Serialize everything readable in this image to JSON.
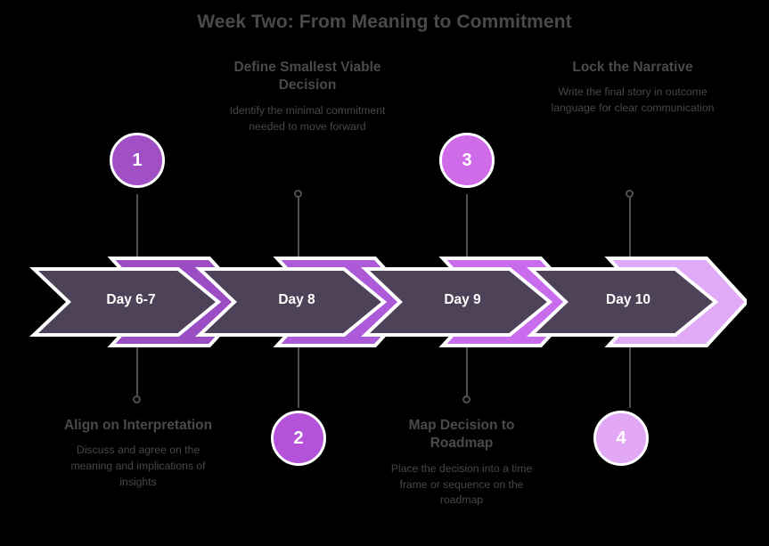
{
  "meta": {
    "title": "Week Two: From Meaning to Commitment",
    "background_color": "#000000",
    "title_color": "#4a4a4a",
    "body_text_color": "#474747",
    "connector_color": "#4f4f4f",
    "chevron_fill": "#4e4259",
    "chevron_outline": "#ffffff"
  },
  "steps": [
    {
      "number": "1",
      "band_label": "Day 6-7",
      "title": "Align on Interpretation",
      "description": "Discuss and agree on the meaning and implications of insights",
      "position": "bottom",
      "circle_color": "#a04fc4",
      "accent_color": "#9b4dc4"
    },
    {
      "number": "2",
      "band_label": "Day 8",
      "title": "Define Smallest Viable Decision",
      "description": "Identify the minimal commitment needed to move forward",
      "position": "top",
      "circle_color": "#b452da",
      "accent_color": "#ac5ad8"
    },
    {
      "number": "3",
      "band_label": "Day 9",
      "title": "Map Decision to Roadmap",
      "description": "Place the decision into a time frame or sequence on the roadmap",
      "position": "bottom",
      "circle_color": "#cf6ae8",
      "accent_color": "#c86ced"
    },
    {
      "number": "4",
      "band_label": "Day 10",
      "title": "Lock the Narrative",
      "description": "Write the final story in outcome language for clear communication",
      "position": "top",
      "circle_color": "#e2a8f5",
      "accent_color": "#e0aaf6"
    }
  ]
}
